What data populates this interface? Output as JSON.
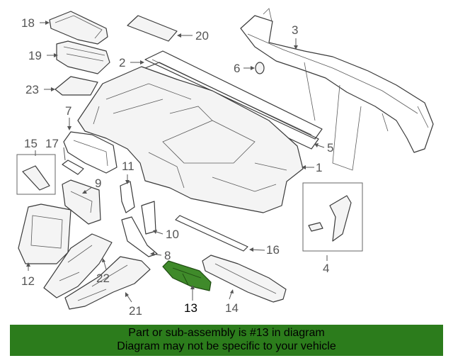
{
  "diagram": {
    "callouts": {
      "c1": "1",
      "c2": "2",
      "c3": "3",
      "c4": "4",
      "c5": "5",
      "c6": "6",
      "c7": "7",
      "c8": "8",
      "c9": "9",
      "c10": "10",
      "c11": "11",
      "c12": "12",
      "c13": "13",
      "c14": "14",
      "c15": "15",
      "c16": "16",
      "c17": "17",
      "c18": "18",
      "c19": "19",
      "c20": "20",
      "c21": "21",
      "c22": "22",
      "c23": "23"
    },
    "highlighted_part": "13",
    "highlight_color": "#3f8a2a"
  },
  "banner": {
    "line1": "Part or sub-assembly is #13 in diagram",
    "line2": "Diagram may not be specific to your vehicle",
    "background": "#2c7c1c"
  }
}
